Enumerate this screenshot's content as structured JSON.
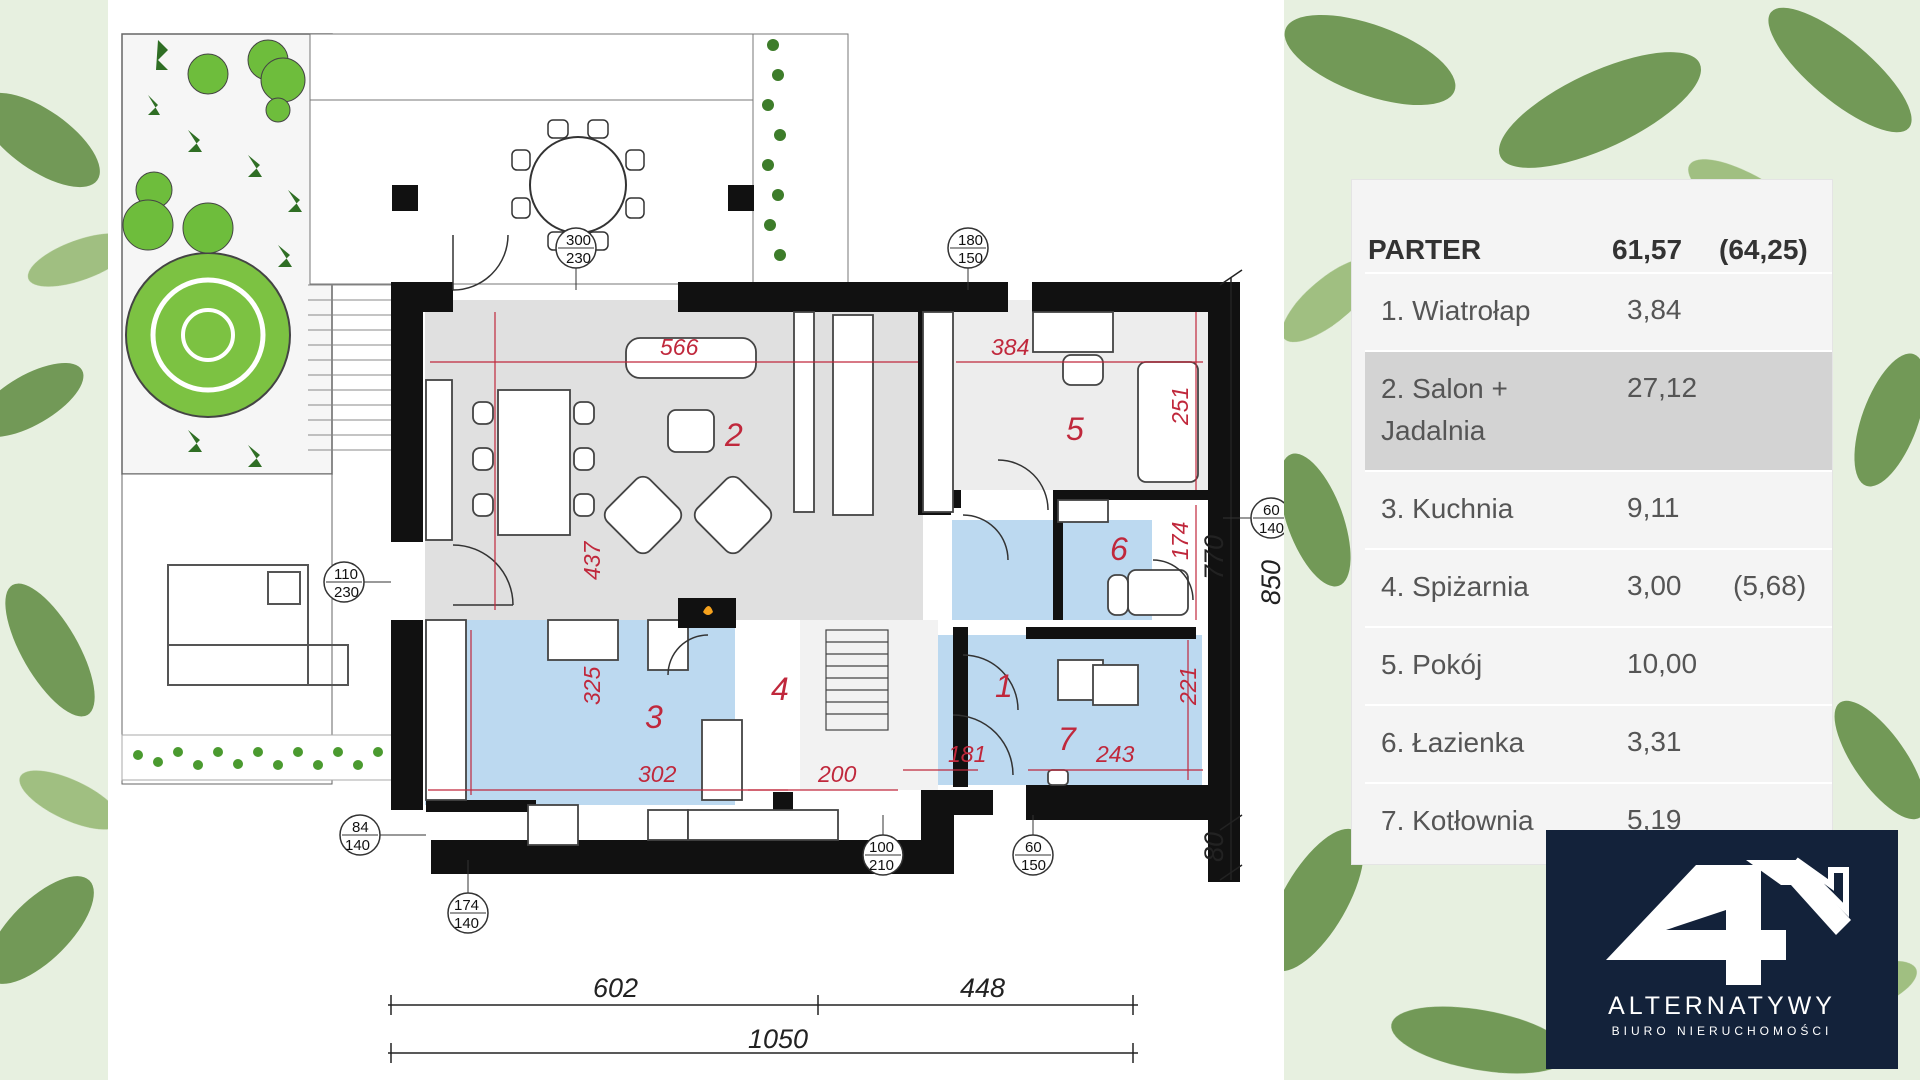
{
  "plan": {
    "rooms": [
      {
        "number": "1"
      },
      {
        "number": "2"
      },
      {
        "number": "3"
      },
      {
        "number": "4"
      },
      {
        "number": "5"
      },
      {
        "number": "6"
      },
      {
        "number": "7"
      }
    ],
    "inner_dims": {
      "d566": "566",
      "d384": "384",
      "d251": "251",
      "d437": "437",
      "d174": "174",
      "d325": "325",
      "d221": "221",
      "d302": "302",
      "d200": "200",
      "d181": "181",
      "d243": "243"
    },
    "outer_dims": {
      "d770": "770",
      "d850": "850",
      "d80": "80",
      "d602": "602",
      "d448": "448",
      "d1050": "1050"
    },
    "window_badges": [
      {
        "top": "300",
        "bottom": "230"
      },
      {
        "top": "180",
        "bottom": "150"
      },
      {
        "top": "60",
        "bottom": "140"
      },
      {
        "top": "110",
        "bottom": "230"
      },
      {
        "top": "84",
        "bottom": "140"
      },
      {
        "top": "174",
        "bottom": "140"
      },
      {
        "top": "100",
        "bottom": "210"
      },
      {
        "top": "60",
        "bottom": "150"
      }
    ]
  },
  "area_table": {
    "header": {
      "label": "PARTER",
      "area": "61,57",
      "total": "(64,25)"
    },
    "rows": [
      {
        "name": "1. Wiatrołap",
        "area": "3,84",
        "extra": ""
      },
      {
        "name": "2. Salon + Jadalnia",
        "area": "27,12",
        "extra": ""
      },
      {
        "name": "3. Kuchnia",
        "area": "9,11",
        "extra": ""
      },
      {
        "name": "4. Spiżarnia",
        "area": "3,00",
        "extra": "(5,68)"
      },
      {
        "name": "5. Pokój",
        "area": "10,00",
        "extra": ""
      },
      {
        "name": "6. Łazienka",
        "area": "3,31",
        "extra": ""
      },
      {
        "name": "7. Kotłownia",
        "area": "5,19",
        "extra": ""
      }
    ]
  },
  "logo": {
    "brand": "ALTERNATYWY",
    "subtitle": "BIURO NIERUCHOMOŚCI"
  },
  "colors": {
    "wall": "#111111",
    "room_blue": "#bcd9f0",
    "room_gray": "#e0e0e0",
    "dimension_red": "#c0283c",
    "logo_bg": "#13223a"
  }
}
